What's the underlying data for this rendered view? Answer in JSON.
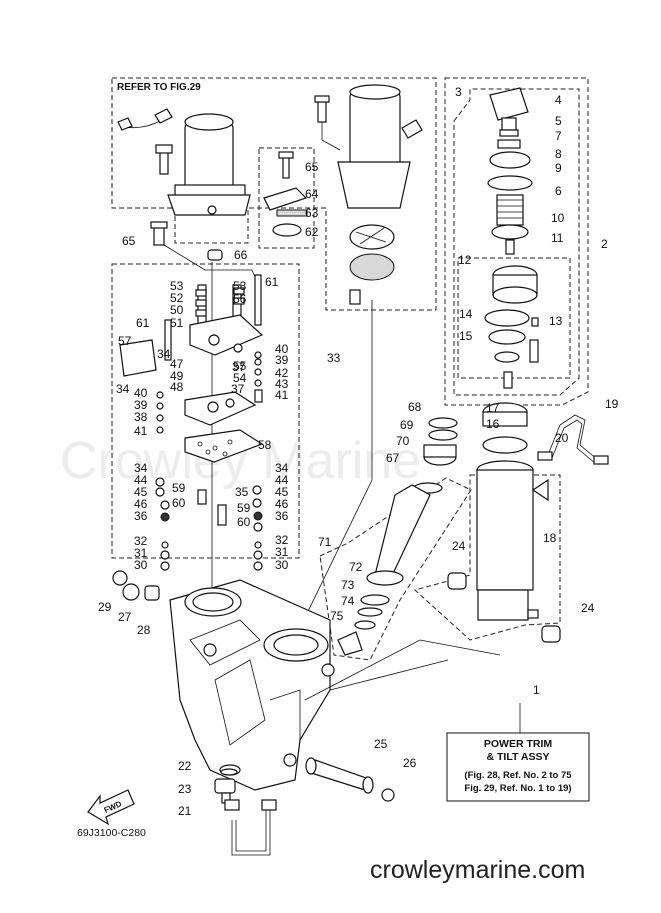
{
  "watermark": "Crowley Marine",
  "refer_label": "REFER TO FIG.29",
  "diagram_code": "69J3100-C280",
  "site": "crowleymarine.com",
  "fwd_label": "FWD",
  "info_box": {
    "title_line1": "POWER TRIM",
    "title_line2": "& TILT ASSY",
    "ref_line1": "(Fig. 28, Ref. No. 2 to 75",
    "ref_line2": "Fig. 29, Ref. No. 1 to 19)"
  },
  "callouts": [
    {
      "n": "1"
    },
    {
      "n": "2"
    },
    {
      "n": "3"
    },
    {
      "n": "4"
    },
    {
      "n": "5"
    },
    {
      "n": "7"
    },
    {
      "n": "8"
    },
    {
      "n": "9"
    },
    {
      "n": "6"
    },
    {
      "n": "10"
    },
    {
      "n": "11"
    },
    {
      "n": "12"
    },
    {
      "n": "13"
    },
    {
      "n": "14"
    },
    {
      "n": "15"
    },
    {
      "n": "16"
    },
    {
      "n": "17"
    },
    {
      "n": "18"
    },
    {
      "n": "19"
    },
    {
      "n": "20"
    },
    {
      "n": "21"
    },
    {
      "n": "22"
    },
    {
      "n": "23"
    },
    {
      "n": "24"
    },
    {
      "n": "24"
    },
    {
      "n": "25"
    },
    {
      "n": "26"
    },
    {
      "n": "27"
    },
    {
      "n": "28"
    },
    {
      "n": "29"
    },
    {
      "n": "30"
    },
    {
      "n": "30"
    },
    {
      "n": "31"
    },
    {
      "n": "31"
    },
    {
      "n": "32"
    },
    {
      "n": "32"
    },
    {
      "n": "33"
    },
    {
      "n": "34"
    },
    {
      "n": "34"
    },
    {
      "n": "34"
    },
    {
      "n": "34"
    },
    {
      "n": "35"
    },
    {
      "n": "36"
    },
    {
      "n": "36"
    },
    {
      "n": "37"
    },
    {
      "n": "37"
    },
    {
      "n": "38"
    },
    {
      "n": "39"
    },
    {
      "n": "39"
    },
    {
      "n": "40"
    },
    {
      "n": "40"
    },
    {
      "n": "41"
    },
    {
      "n": "41"
    },
    {
      "n": "42"
    },
    {
      "n": "43"
    },
    {
      "n": "44"
    },
    {
      "n": "44"
    },
    {
      "n": "45"
    },
    {
      "n": "45"
    },
    {
      "n": "46"
    },
    {
      "n": "46"
    },
    {
      "n": "47"
    },
    {
      "n": "48"
    },
    {
      "n": "49"
    },
    {
      "n": "50"
    },
    {
      "n": "51"
    },
    {
      "n": "52"
    },
    {
      "n": "53"
    },
    {
      "n": "53"
    },
    {
      "n": "54"
    },
    {
      "n": "55"
    },
    {
      "n": "56"
    },
    {
      "n": "57"
    },
    {
      "n": "58"
    },
    {
      "n": "59"
    },
    {
      "n": "59"
    },
    {
      "n": "60"
    },
    {
      "n": "60"
    },
    {
      "n": "61"
    },
    {
      "n": "61"
    },
    {
      "n": "62"
    },
    {
      "n": "63"
    },
    {
      "n": "64"
    },
    {
      "n": "65"
    },
    {
      "n": "65"
    },
    {
      "n": "66"
    },
    {
      "n": "67"
    },
    {
      "n": "68"
    },
    {
      "n": "69"
    },
    {
      "n": "70"
    },
    {
      "n": "71"
    },
    {
      "n": "72"
    },
    {
      "n": "73"
    },
    {
      "n": "74"
    },
    {
      "n": "75"
    }
  ]
}
